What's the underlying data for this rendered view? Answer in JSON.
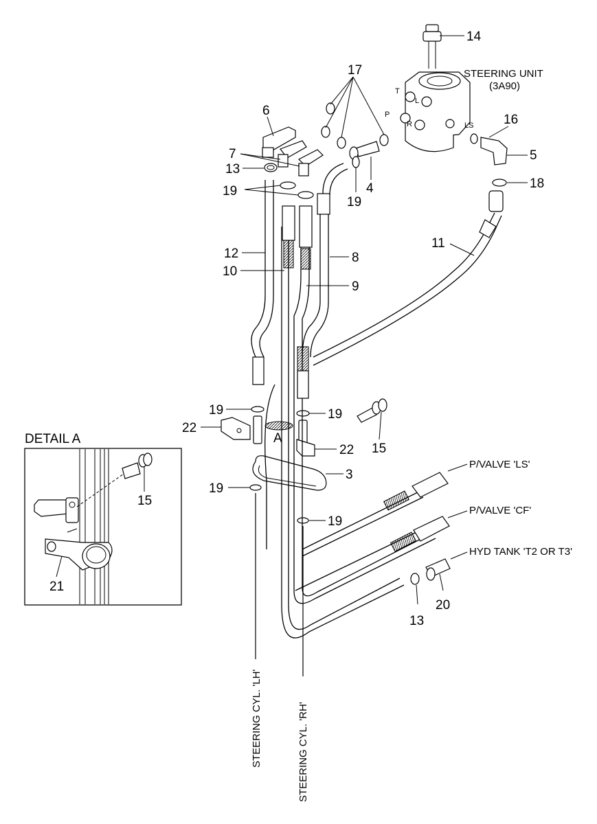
{
  "detail": {
    "title": "DETAIL A",
    "labels": {
      "p15": "15",
      "p21": "21"
    }
  },
  "steering_unit": {
    "name": "STEERING UNIT",
    "model": "(3A90)",
    "ports": {
      "t": "T",
      "l": "L",
      "p": "P",
      "r": "R",
      "ls": "LS"
    }
  },
  "callouts": {
    "p14": "14",
    "p17": "17",
    "p6": "6",
    "p7": "7",
    "p16": "16",
    "p5": "5",
    "p13a": "13",
    "p19a": "19",
    "p19b": "19",
    "p4": "4",
    "p18": "18",
    "p11": "11",
    "p12": "12",
    "p8": "8",
    "p10": "10",
    "p9": "9",
    "p19c": "19",
    "p19d": "19",
    "p22a": "22",
    "p22b": "22",
    "p15": "15",
    "p3": "3",
    "p19e": "19",
    "p19f": "19",
    "p13b": "13",
    "p20": "20",
    "detailA": "A"
  },
  "destinations": {
    "pvalve_ls": "P/VALVE 'LS'",
    "pvalve_cf": "P/VALVE 'CF'",
    "hyd_tank": "HYD TANK 'T2 OR T3'",
    "cyl_lh": "STEERING CYL. 'LH'",
    "cyl_rh": "STEERING CYL. 'RH'"
  }
}
